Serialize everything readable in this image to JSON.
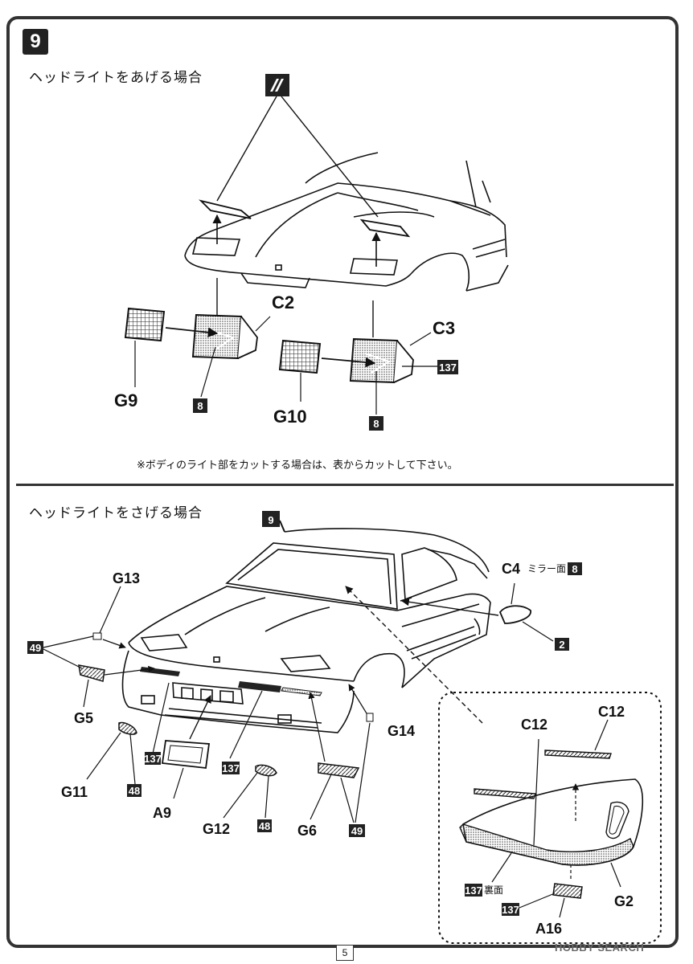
{
  "step": {
    "number": "9"
  },
  "section_raise": {
    "title": "ヘッドライトをあげる場合",
    "parts": {
      "c2": "C2",
      "c3": "C3",
      "g9": "G9",
      "g10": "G10"
    },
    "colors": {
      "c2_color": "8",
      "g9_color": "8",
      "c3_color": "137",
      "g10_color": "8"
    },
    "note": "※ボディのライト部をカットする場合は、表からカットして下さい。"
  },
  "section_lower": {
    "title": "ヘッドライトをさげる場合",
    "ref_step": "9",
    "parts": {
      "g13": "G13",
      "g5": "G5",
      "g11": "G11",
      "a9": "A9",
      "g12": "G12",
      "g6": "G6",
      "g14": "G14",
      "c4": "C4",
      "c12a": "C12",
      "c12b": "C12",
      "g2": "G2",
      "a16": "A16"
    },
    "colors": {
      "c49_a": "49",
      "c137_a": "137",
      "c48_a": "48",
      "c137_b": "137",
      "c48_b": "48",
      "c49_b": "49",
      "c8_mirror": "8",
      "c2_mirror": "2",
      "c137_c": "137",
      "c137_d": "137"
    },
    "mirror_label": "ミラー面",
    "reverse_label": "裏面"
  },
  "page_number": "5",
  "watermark": "HOBBY SEARCH"
}
